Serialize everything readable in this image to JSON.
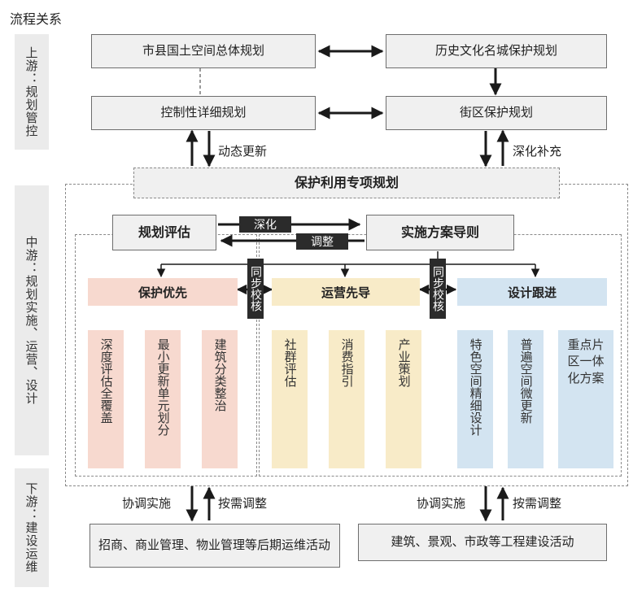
{
  "header": {
    "title": "流程关系"
  },
  "side_labels": {
    "upstream": "上游：规划管控",
    "midstream": "中游：规划实施、运营、设计",
    "downstream": "下游：建设运维"
  },
  "upstream": {
    "city_plan": "市县国土空间总体规划",
    "heritage_plan": "历史文化名城保护规划",
    "detailed_plan": "控制性详细规划",
    "block_plan": "街区保护规划",
    "dynamic_update": "动态更新",
    "deepen_supplement": "深化补充"
  },
  "special_plan": "保护利用专项规划",
  "midstream": {
    "evaluation": "规划评估",
    "guideline": "实施方案导则",
    "deepen": "深化",
    "adjust": "调整",
    "sync_review_1": "同步校核",
    "sync_review_2": "同步校核",
    "categories": {
      "protection": "保护优先",
      "operation": "运营先导",
      "design": "设计跟进"
    },
    "protection_items": [
      "深度评估全覆盖",
      "最小更新单元划分",
      "建筑分类整治"
    ],
    "operation_items": [
      "社群评估",
      "消费指引",
      "产业策划"
    ],
    "design_items": [
      "特色空间精细设计",
      "普遍空间微更新"
    ],
    "design_item_multi": [
      "重点片",
      "区一体",
      "化方案"
    ]
  },
  "downstream": {
    "coordinate_left": "协调实施",
    "adjust_left": "按需调整",
    "coordinate_right": "协调实施",
    "adjust_right": "按需调整",
    "operations_box": "招商、商业管理、物业管理等后期运维活动",
    "construction_box": "建筑、景观、市政等工程建设活动"
  },
  "colors": {
    "pink": "#f7d9cf",
    "yellow": "#f8ebc8",
    "blue": "#d3e4f1",
    "dark": "#2b2b2b",
    "box_gray": "#f0f0f0"
  }
}
